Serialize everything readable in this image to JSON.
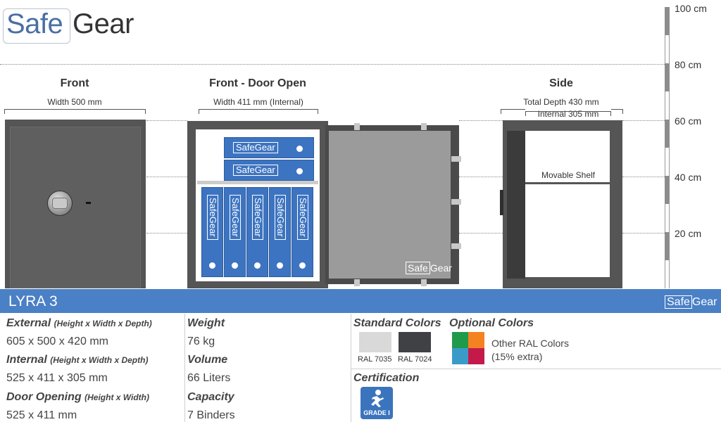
{
  "brand": {
    "safe": "Safe",
    "gear": "Gear"
  },
  "views": {
    "front": {
      "title": "Front",
      "width_label": "Width 500 mm"
    },
    "open": {
      "title": "Front - Door Open",
      "width_label": "Width 411 mm (Internal)",
      "bin_logo_safe": "Safe",
      "bin_logo_gear": "Gear",
      "binder_label": "SafeGear",
      "door_logo_safe": "Safe",
      "door_logo_gear": "Gear"
    },
    "side": {
      "title": "Side",
      "total_depth_label": "Total Depth 430 mm",
      "internal_label": "Internal 305 mm",
      "shelf_label": "Movable Shelf"
    }
  },
  "ruler": [
    "100 cm",
    "80 cm",
    "60 cm",
    "40 cm",
    "20 cm"
  ],
  "product": {
    "name": "LYRA 3",
    "bar_logo_safe": "Safe",
    "bar_logo_gear": "Gear"
  },
  "specs": {
    "external": {
      "label": "External",
      "sub": "(Height x Width x Depth)",
      "value": "605 x 500 x 420 mm"
    },
    "internal": {
      "label": "Internal",
      "sub": "(Height x Width x Depth)",
      "value": "525 x 411 x 305 mm"
    },
    "door": {
      "label": "Door Opening",
      "sub": "(Height x Width)",
      "value": "525 x 411 mm"
    },
    "weight": {
      "label": "Weight",
      "value": "76 kg"
    },
    "volume": {
      "label": "Volume",
      "value": "66 Liters"
    },
    "capacity": {
      "label": "Capacity",
      "value": "7 Binders"
    }
  },
  "colors": {
    "standard_title": "Standard Colors",
    "optional_title": "Optional Colors",
    "swatches": [
      {
        "label": "RAL 7035",
        "hex": "#d9d9d9"
      },
      {
        "label": "RAL 7024",
        "hex": "#3f4144"
      }
    ],
    "optional_line1": "Other RAL Colors",
    "optional_line2": "(15% extra)",
    "optional_quad": [
      "#1f9a4a",
      "#f58220",
      "#3a9bc9",
      "#c31a4b"
    ]
  },
  "certification": {
    "title": "Certification",
    "badge": "GRADE I"
  }
}
